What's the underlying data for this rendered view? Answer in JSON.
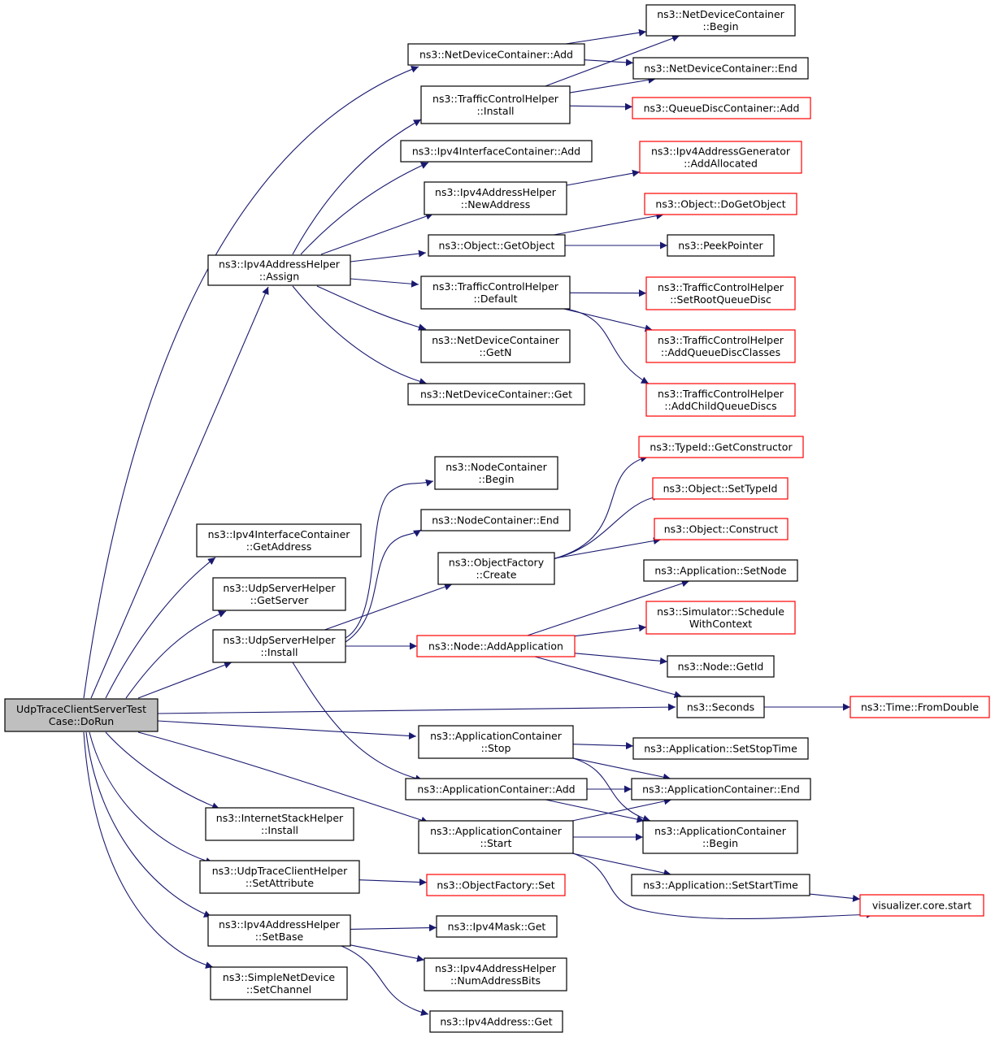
{
  "nodes": [
    {
      "id": "root",
      "lines": [
        "UdpTraceClientServerTest",
        "Case::DoRun"
      ],
      "root": true
    },
    {
      "id": "ndc_add",
      "lines": [
        "ns3::NetDeviceContainer::Add"
      ]
    },
    {
      "id": "ndc_begin",
      "lines": [
        "ns3::NetDeviceContainer",
        "::Begin"
      ]
    },
    {
      "id": "ndc_end",
      "lines": [
        "ns3::NetDeviceContainer::End"
      ]
    },
    {
      "id": "tch_install",
      "lines": [
        "ns3::TrafficControlHelper",
        "::Install"
      ]
    },
    {
      "id": "qdc_add",
      "lines": [
        "ns3::QueueDiscContainer::Add"
      ],
      "truncated": true
    },
    {
      "id": "iic_add",
      "lines": [
        "ns3::Ipv4InterfaceContainer::Add"
      ]
    },
    {
      "id": "iag_addalloc",
      "lines": [
        "ns3::Ipv4AddressGenerator",
        "::AddAllocated"
      ],
      "truncated": true
    },
    {
      "id": "iah_newaddr",
      "lines": [
        "ns3::Ipv4AddressHelper",
        "::NewAddress"
      ]
    },
    {
      "id": "obj_dogetobject",
      "lines": [
        "ns3::Object::DoGetObject"
      ],
      "truncated": true
    },
    {
      "id": "obj_getobject",
      "lines": [
        "ns3::Object::GetObject"
      ]
    },
    {
      "id": "peekpointer",
      "lines": [
        "ns3::PeekPointer"
      ]
    },
    {
      "id": "iah_assign",
      "lines": [
        "ns3::Ipv4AddressHelper",
        "::Assign"
      ]
    },
    {
      "id": "tch_default",
      "lines": [
        "ns3::TrafficControlHelper",
        "::Default"
      ]
    },
    {
      "id": "tch_setroot",
      "lines": [
        "ns3::TrafficControlHelper",
        "::SetRootQueueDisc"
      ],
      "truncated": true
    },
    {
      "id": "tch_addqdclasses",
      "lines": [
        "ns3::TrafficControlHelper",
        "::AddQueueDiscClasses"
      ],
      "truncated": true
    },
    {
      "id": "ndc_getn",
      "lines": [
        "ns3::NetDeviceContainer",
        "::GetN"
      ]
    },
    {
      "id": "tch_addchild",
      "lines": [
        "ns3::TrafficControlHelper",
        "::AddChildQueueDiscs"
      ],
      "truncated": true
    },
    {
      "id": "ndc_get",
      "lines": [
        "ns3::NetDeviceContainer::Get"
      ]
    },
    {
      "id": "typeid_getctor",
      "lines": [
        "ns3::TypeId::GetConstructor"
      ],
      "truncated": true
    },
    {
      "id": "nc_begin",
      "lines": [
        "ns3::NodeContainer",
        "::Begin"
      ]
    },
    {
      "id": "obj_settypeid",
      "lines": [
        "ns3::Object::SetTypeId"
      ],
      "truncated": true
    },
    {
      "id": "nc_end",
      "lines": [
        "ns3::NodeContainer::End"
      ]
    },
    {
      "id": "obj_construct",
      "lines": [
        "ns3::Object::Construct"
      ],
      "truncated": true
    },
    {
      "id": "iic_getaddr",
      "lines": [
        "ns3::Ipv4InterfaceContainer",
        "::GetAddress"
      ]
    },
    {
      "id": "of_create",
      "lines": [
        "ns3::ObjectFactory",
        "::Create"
      ]
    },
    {
      "id": "app_setnode",
      "lines": [
        "ns3::Application::SetNode"
      ]
    },
    {
      "id": "ush_getserver",
      "lines": [
        "ns3::UdpServerHelper",
        "::GetServer"
      ]
    },
    {
      "id": "sim_schedctx",
      "lines": [
        "ns3::Simulator::Schedule",
        "WithContext"
      ],
      "truncated": true
    },
    {
      "id": "ush_install",
      "lines": [
        "ns3::UdpServerHelper",
        "::Install"
      ]
    },
    {
      "id": "node_addapp",
      "lines": [
        "ns3::Node::AddApplication"
      ],
      "truncated": true
    },
    {
      "id": "node_getid",
      "lines": [
        "ns3::Node::GetId"
      ]
    },
    {
      "id": "seconds",
      "lines": [
        "ns3::Seconds"
      ]
    },
    {
      "id": "time_fromdouble",
      "lines": [
        "ns3::Time::FromDouble"
      ],
      "truncated": true
    },
    {
      "id": "ac_stop",
      "lines": [
        "ns3::ApplicationContainer",
        "::Stop"
      ]
    },
    {
      "id": "app_setstoptime",
      "lines": [
        "ns3::Application::SetStopTime"
      ]
    },
    {
      "id": "ac_add",
      "lines": [
        "ns3::ApplicationContainer::Add"
      ]
    },
    {
      "id": "ac_end",
      "lines": [
        "ns3::ApplicationContainer::End"
      ]
    },
    {
      "id": "ish_install",
      "lines": [
        "ns3::InternetStackHelper",
        "::Install"
      ]
    },
    {
      "id": "ac_start",
      "lines": [
        "ns3::ApplicationContainer",
        "::Start"
      ]
    },
    {
      "id": "ac_begin",
      "lines": [
        "ns3::ApplicationContainer",
        "::Begin"
      ]
    },
    {
      "id": "utch_setattr",
      "lines": [
        "ns3::UdpTraceClientHelper",
        "::SetAttribute"
      ]
    },
    {
      "id": "of_set",
      "lines": [
        "ns3::ObjectFactory::Set"
      ],
      "truncated": true
    },
    {
      "id": "app_setstarttime",
      "lines": [
        "ns3::Application::SetStartTime"
      ]
    },
    {
      "id": "viz_start",
      "lines": [
        "visualizer.core.start"
      ],
      "truncated": true
    },
    {
      "id": "iah_setbase",
      "lines": [
        "ns3::Ipv4AddressHelper",
        "::SetBase"
      ]
    },
    {
      "id": "ipv4mask_get",
      "lines": [
        "ns3::Ipv4Mask::Get"
      ]
    },
    {
      "id": "iah_numaddrbits",
      "lines": [
        "ns3::Ipv4AddressHelper",
        "::NumAddressBits"
      ]
    },
    {
      "id": "snd_setchannel",
      "lines": [
        "ns3::SimpleNetDevice",
        "::SetChannel"
      ]
    },
    {
      "id": "ipv4addr_get",
      "lines": [
        "ns3::Ipv4Address::Get"
      ]
    }
  ],
  "edges": [
    [
      "root",
      "ndc_add"
    ],
    [
      "root",
      "iah_assign"
    ],
    [
      "root",
      "iic_getaddr"
    ],
    [
      "root",
      "ush_getserver"
    ],
    [
      "root",
      "ush_install"
    ],
    [
      "root",
      "seconds"
    ],
    [
      "root",
      "ac_stop"
    ],
    [
      "root",
      "ac_start"
    ],
    [
      "root",
      "ish_install"
    ],
    [
      "root",
      "utch_setattr"
    ],
    [
      "root",
      "iah_setbase"
    ],
    [
      "root",
      "snd_setchannel"
    ],
    [
      "ndc_add",
      "ndc_begin"
    ],
    [
      "ndc_add",
      "ndc_end"
    ],
    [
      "tch_install",
      "ndc_begin"
    ],
    [
      "tch_install",
      "ndc_end"
    ],
    [
      "tch_install",
      "qdc_add"
    ],
    [
      "iah_assign",
      "tch_install"
    ],
    [
      "iah_assign",
      "iic_add"
    ],
    [
      "iah_assign",
      "iah_newaddr"
    ],
    [
      "iah_assign",
      "obj_getobject"
    ],
    [
      "iah_assign",
      "tch_default"
    ],
    [
      "iah_assign",
      "ndc_getn"
    ],
    [
      "iah_assign",
      "ndc_get"
    ],
    [
      "iah_newaddr",
      "iag_addalloc"
    ],
    [
      "obj_getobject",
      "obj_dogetobject"
    ],
    [
      "obj_getobject",
      "peekpointer"
    ],
    [
      "tch_default",
      "tch_setroot"
    ],
    [
      "tch_default",
      "tch_addqdclasses"
    ],
    [
      "tch_default",
      "tch_addchild"
    ],
    [
      "ush_install",
      "nc_begin"
    ],
    [
      "ush_install",
      "nc_end"
    ],
    [
      "ush_install",
      "of_create"
    ],
    [
      "ush_install",
      "node_addapp"
    ],
    [
      "ush_install",
      "ac_add"
    ],
    [
      "of_create",
      "typeid_getctor"
    ],
    [
      "of_create",
      "obj_settypeid"
    ],
    [
      "of_create",
      "obj_construct"
    ],
    [
      "node_addapp",
      "app_setnode"
    ],
    [
      "node_addapp",
      "sim_schedctx"
    ],
    [
      "node_addapp",
      "node_getid"
    ],
    [
      "node_addapp",
      "seconds"
    ],
    [
      "seconds",
      "time_fromdouble"
    ],
    [
      "ac_stop",
      "app_setstoptime"
    ],
    [
      "ac_stop",
      "ac_end"
    ],
    [
      "ac_stop",
      "ac_begin"
    ],
    [
      "ac_add",
      "ac_end"
    ],
    [
      "ac_add",
      "ac_begin"
    ],
    [
      "ac_start",
      "ac_end"
    ],
    [
      "ac_start",
      "ac_begin"
    ],
    [
      "ac_start",
      "app_setstarttime"
    ],
    [
      "ac_start",
      "viz_start"
    ],
    [
      "app_setstarttime",
      "viz_start"
    ],
    [
      "utch_setattr",
      "of_set"
    ],
    [
      "iah_setbase",
      "ipv4mask_get"
    ],
    [
      "iah_setbase",
      "iah_numaddrbits"
    ],
    [
      "iah_setbase",
      "ipv4addr_get"
    ]
  ],
  "colors": {
    "edge": "#191970",
    "truncated_border": "#ff0000",
    "root_fill": "#bfbfbf"
  }
}
